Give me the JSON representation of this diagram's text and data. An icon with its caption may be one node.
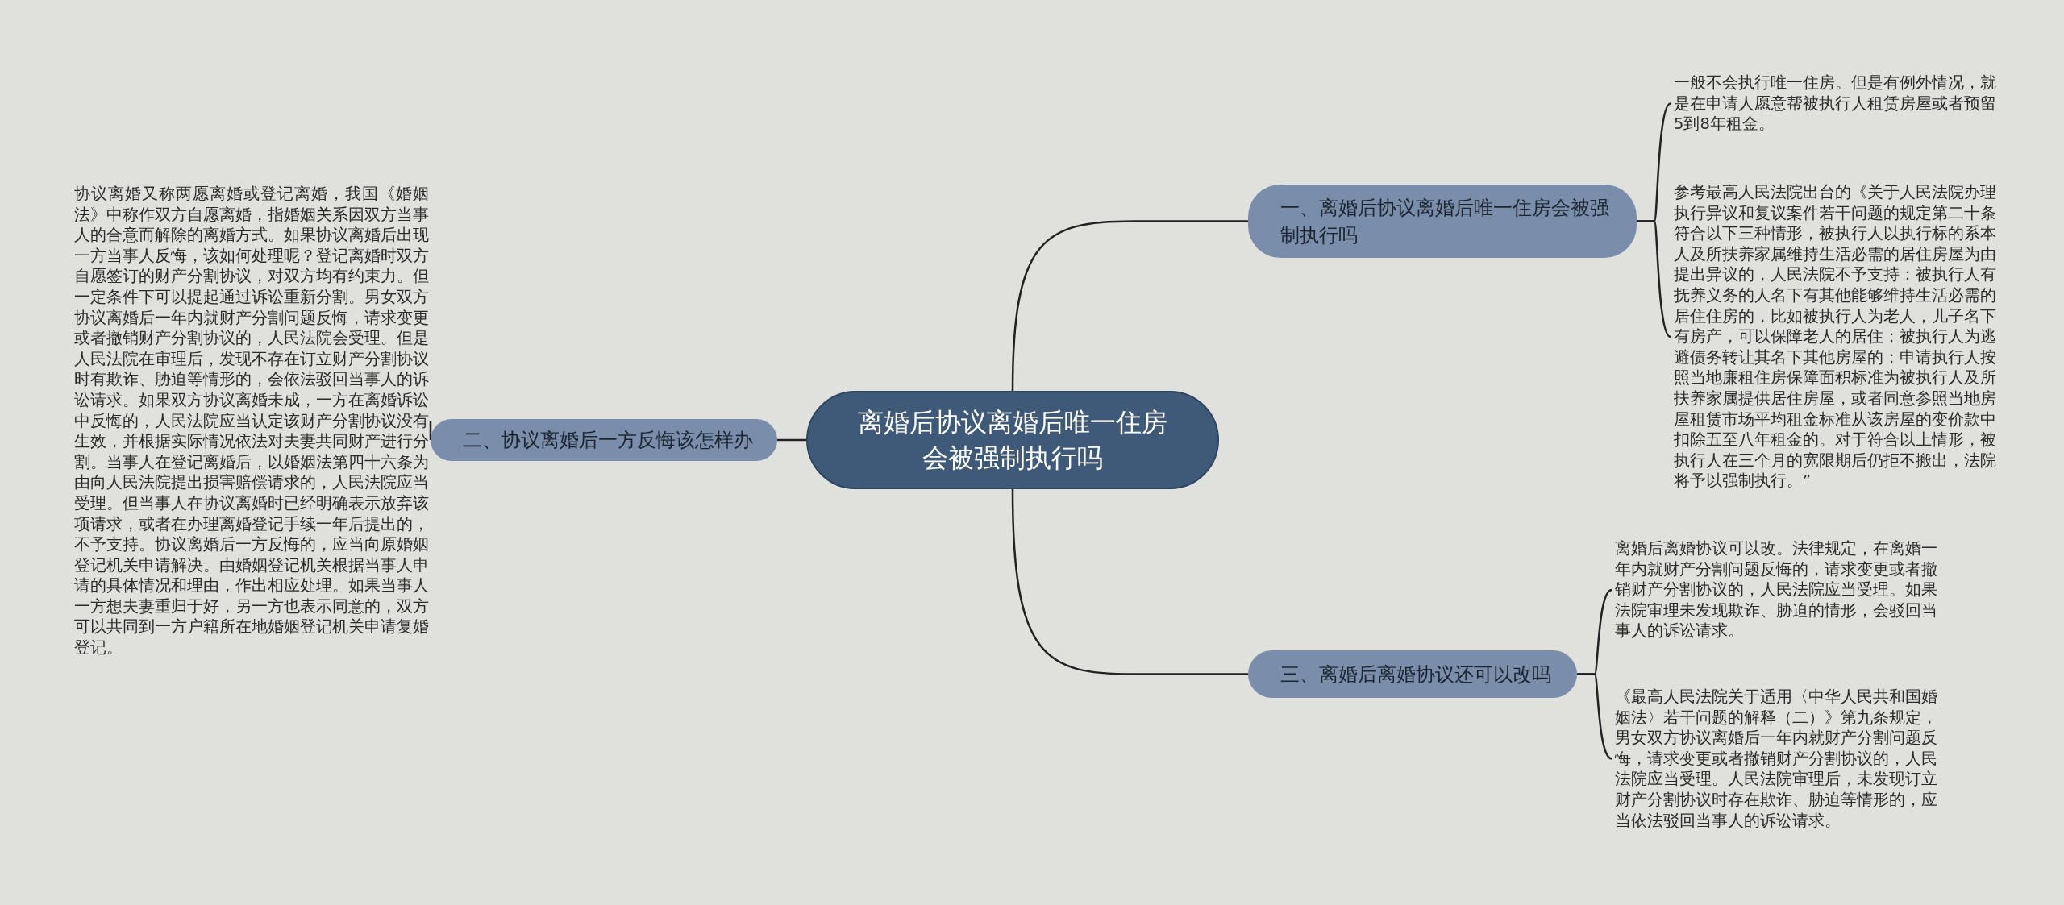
{
  "diagram": {
    "nodes": [
      {
        "text": [
          "离婚后协议离婚后唯一住房会被强制执行吗"
        ]
      },
      {
        "text": [
          "一、离婚后协议离婚后唯一住房会被强制执行吗"
        ]
      },
      {
        "text": [
          "一般不会执行唯一住房。但是有例外情况，就是在申请人愿意帮被执行人租赁房屋或者预留5到8年租金。"
        ]
      },
      {
        "text": [
          "参考最高人民法院出台的《关于人民法院办理执行异议和复议案件若干问题的规定第二十条符合以下三种情形，被执行人以执行标的系本人及所扶养家属维持生活必需的居住房屋为由提出异议的，人民法院不予支持：被执行人有抚养义务的人名下有其他能够维持生活必需的居住住房的，比如被执行人为老人，儿子名下有房产，可以保障老人的居住；被执行人为逃避债务转让其名下其他房屋的；申请执行人按照当地廉租住房保障面积标准为被执行人及所扶养家属提供居住房屋，或者同意参照当地房屋租赁市场平均租金标准从该房屋的变价款中扣除五至八年租金的。对于符合以上情形，被执行人在三个月的宽限期后仍拒不搬出，法院将予以强制执行。”"
        ]
      },
      {
        "text": [
          "二、协议离婚后一方反悔该怎样办"
        ]
      },
      {
        "text": [
          "协议离婚又称两愿离婚或登记离婚，我国《婚姻法》中称作双方自愿离婚，指婚姻关系因双方当事人的合意而解除的离婚方式。如果协议离婚后出现一方当事人反悔，该如何处理呢？登记离婚时双方自愿签订的财产分割协议，对双方均有约束力。但一定条件下可以提起通过诉讼重新分割。男女双方协议离婚后一年内就财产分割问题反悔，请求变更或者撤销财产分割协议的，人民法院会受理。但是人民法院在审理后，发现不存在订立财产分割协议时有欺诈、胁迫等情形的，会依法驳回当事人的诉讼请求。如果双方协议离婚未成，一方在离婚诉讼中反悔的，人民法院应当认定该财产分割协议没有生效，并根据实际情况依法对夫妻共同财产进行分割。当事人在登记离婚后，以婚姻法第四十六条为由向人民法院提出损害赔偿请求的，人民法院应当受理。但当事人在协议离婚时已经明确表示放弃该项请求，或者在办理离婚登记手续一年后提出的，不予支持。协议离婚后一方反悔的，应当向原婚姻登记机关申请解决。由婚姻登记机关根据当事人申请的具体情况和理由，作出相应处理。如果当事人一方想夫妻重归于好，另一方也表示同意的，双方可以共同到一方户籍所在地婚姻登记机关申请复婚登记。"
        ]
      },
      {
        "text": [
          "三、离婚后离婚协议还可以改吗"
        ]
      },
      {
        "text": [
          "离婚后离婚协议可以改。法律规定，在离婚一年内就财产分割问题反悔的，请求变更或者撤销财产分割协议的，人民法院应当受理。如果法院审理未发现欺诈、胁迫的情形，会驳回当事人的诉讼请求。"
        ]
      },
      {
        "text": [
          "《最高人民法院关于适用〈中华人民共和国婚姻法〉若干问题的解释（二）》第九条规定，男女双方协议离婚后一年内就财产分割问题反悔，请求变更或者撤销财产分割协议的，人民法院应当受理。人民法院审理后，未发现订立财产分割协议时存在欺诈、胁迫等情形的，应当依法驳回当事人的诉讼请求。"
        ]
      }
    ],
    "edges": [
      {
        "from": 0,
        "to": 1,
        "arrow": "none"
      },
      {
        "from": 1,
        "to": 2,
        "arrow": "none"
      },
      {
        "from": 1,
        "to": 3,
        "arrow": "none"
      },
      {
        "from": 0,
        "to": 4,
        "arrow": "none"
      },
      {
        "from": 4,
        "to": 5,
        "arrow": "none"
      },
      {
        "from": 0,
        "to": 6,
        "arrow": "none"
      },
      {
        "from": 6,
        "to": 7,
        "arrow": "none"
      },
      {
        "from": 6,
        "to": 8,
        "arrow": "none"
      }
    ]
  }
}
